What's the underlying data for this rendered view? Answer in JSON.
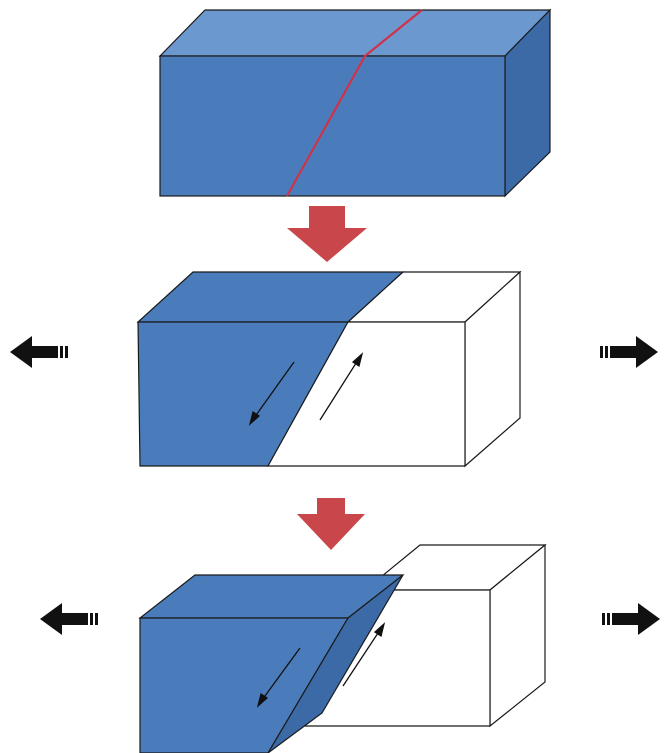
{
  "diagram": {
    "stages": [
      {
        "id": "initial-block-with-fault-line",
        "state": "unfaulted"
      },
      {
        "id": "normal-fault-block",
        "state": "hanging wall slips down"
      },
      {
        "id": "further-displaced-block",
        "state": "greater displacement"
      }
    ],
    "colors": {
      "block_front": "#4a7cbb",
      "block_top": "#6b98cf",
      "block_side": "#3c6aa6",
      "fault_line": "#d0324a",
      "down_arrow": "#c9474b",
      "tension_arrow": "#111111",
      "outline": "#1a1a1a",
      "white_block": "#ffffff"
    },
    "icons": [
      "down-arrow-icon",
      "tension-arrow-left-icon",
      "tension-arrow-right-icon",
      "slip-arrow-icon"
    ]
  }
}
